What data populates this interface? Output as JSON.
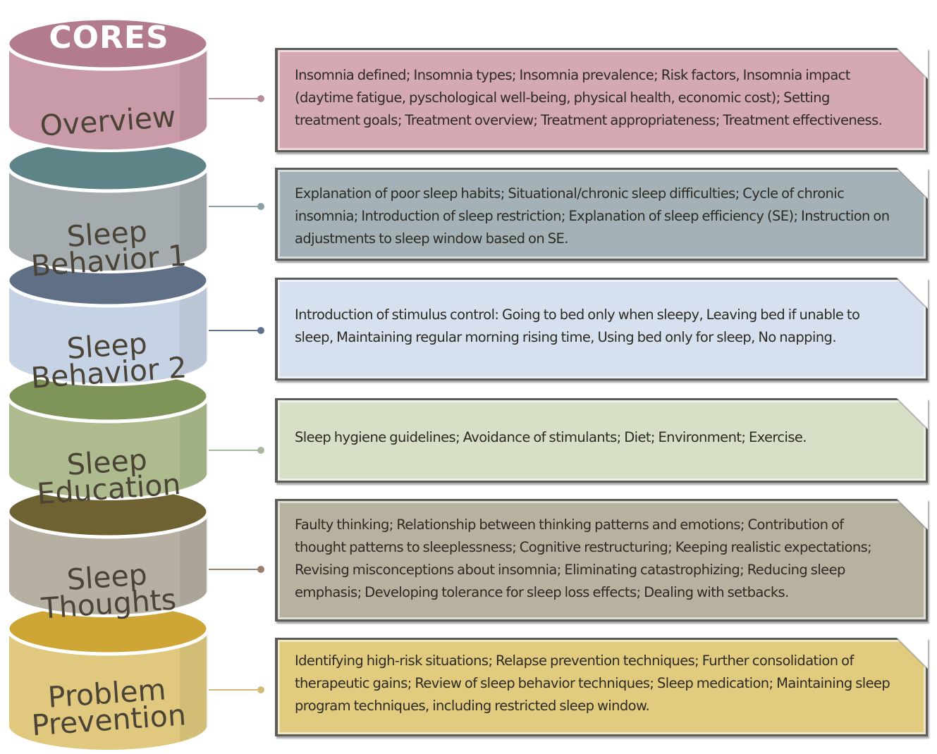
{
  "diagram": {
    "title": "CORES",
    "cores": [
      {
        "label_lines": [
          "Overview"
        ],
        "description": "Insomnia defined; Insomnia types;  Insomnia prevalence; Risk factors,  Insomnia impact (daytime fatigue,  pyschological well-being, physical health, economic cost);  Setting treatment goals; Treatment overview; Treatment appropriateness;  Treatment effectiveness.",
        "body_color": "#c99aa8",
        "top_color": "#b27c8e",
        "box_color": "#d4a9b3",
        "line_color": "#b88c98"
      },
      {
        "label_lines": [
          "Sleep",
          "Behavior 1"
        ],
        "description": "Explanation of poor sleep habits; Situational/chronic sleep difficulties; Cycle of chronic insomnia; Introduction of sleep restriction; Explanation of sleep efficiency (SE); Instruction on adjustments to sleep window based on SE.",
        "body_color": "#a4acb0",
        "top_color": "#5f8488",
        "box_color": "#a4b2b7",
        "line_color": "#8aa0a6"
      },
      {
        "label_lines": [
          "Sleep",
          "Behavior 2"
        ],
        "description": "Introduction of stimulus control: Going to bed only when sleepy,  Leaving bed if unable to sleep, Maintaining regular morning rising time, Using bed only for sleep, No napping.",
        "body_color": "#c6d3e4",
        "top_color": "#5f6f86",
        "box_color": "#d6e0ee",
        "line_color": "#5f7090"
      },
      {
        "label_lines": [
          "Sleep",
          "Education"
        ],
        "description": "Sleep hygiene guidelines; Avoidance of stimulants; Diet; Environment; Exercise.",
        "body_color": "#adbb8e",
        "top_color": "#7f9458",
        "box_color": "#d7dfc6",
        "line_color": "#a9b89a"
      },
      {
        "label_lines": [
          "Sleep",
          "Thoughts"
        ],
        "description": "Faulty thinking;  Relationship between thinking patterns and emotions; Contribution of thought patterns to sleeplessness; Cognitive restructuring; Keeping realistic expectations; Revising misconceptions about insomnia; Eliminating catastrophizing; Reducing sleep emphasis; Developing tolerance for sleep loss effects;  Dealing with setbacks.",
        "body_color": "#b5b0a2",
        "top_color": "#6e6232",
        "box_color": "#b6b29f",
        "line_color": "#9a7e70"
      },
      {
        "label_lines": [
          "Problem",
          "Prevention"
        ],
        "description": "Identifying high-risk situations; Relapse prevention techniques; Further consolidation of therapeutic gains; Review of sleep behavior techniques; Sleep medication; Maintaining sleep program techniques, including restricted sleep window.",
        "body_color": "#e0c97e",
        "top_color": "#cda636",
        "box_color": "#e1cb7f",
        "line_color": "#d5b87a"
      }
    ]
  }
}
